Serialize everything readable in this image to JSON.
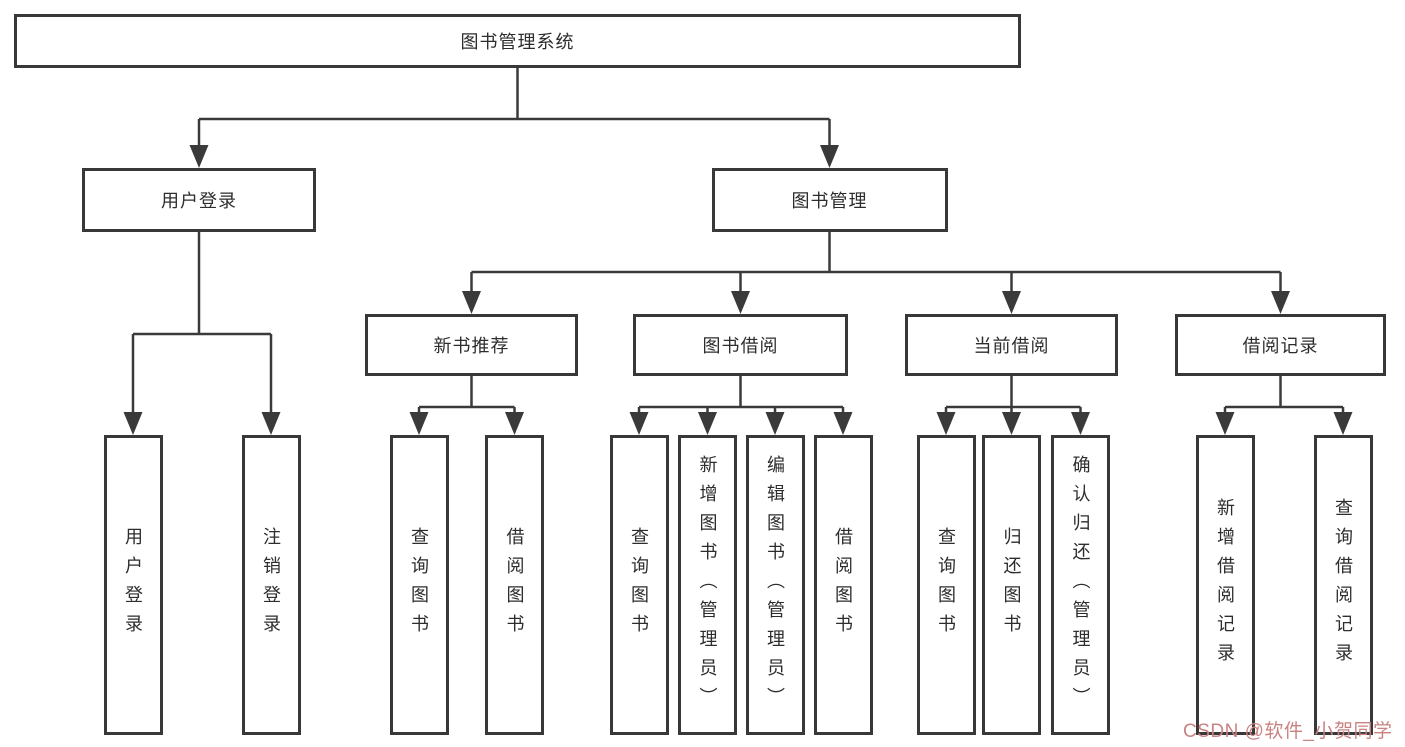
{
  "diagram": {
    "root": {
      "label": "图书管理系统"
    },
    "level2": [
      {
        "label": "用户登录"
      },
      {
        "label": "图书管理"
      }
    ],
    "level3": [
      {
        "label": "新书推荐"
      },
      {
        "label": "图书借阅"
      },
      {
        "label": "当前借阅"
      },
      {
        "label": "借阅记录"
      }
    ],
    "leaves": {
      "user_login": [
        "用户登录",
        "注销登录"
      ],
      "new_book_recommend": [
        "查询图书",
        "借阅图书"
      ],
      "book_borrowing": [
        "查询图书",
        "新增图书（管理员）",
        "编辑图书（管理员）",
        "借阅图书"
      ],
      "current_borrowing": [
        "查询图书",
        "归还图书",
        "确认归还（管理员）"
      ],
      "borrowing_records": [
        "新增借阅记录",
        "查询借阅记录"
      ]
    }
  },
  "watermark": {
    "text": "CSDN @软件_小贺同学",
    "color": "#c98383"
  },
  "colors": {
    "line": "#3a3a3a",
    "box_border": "#383838",
    "text": "#2d2d2d",
    "background": "#ffffff"
  }
}
